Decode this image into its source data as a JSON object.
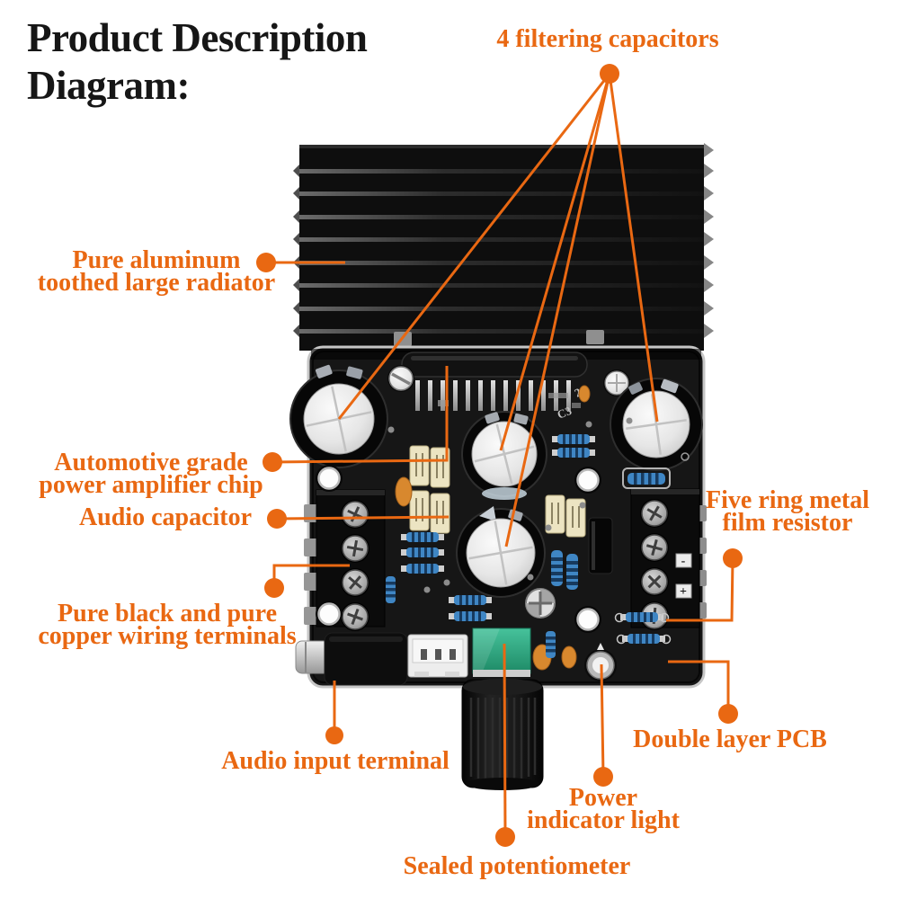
{
  "accent_color": "#e96812",
  "title": {
    "line1": "Product Description",
    "line2": "Diagram:"
  },
  "callouts": {
    "filtering_capacitors": {
      "label": "4 filtering capacitors"
    },
    "radiator": {
      "line1": "Pure aluminum",
      "line2": "toothed large radiator"
    },
    "amplifier_chip": {
      "line1": "Automotive grade",
      "line2": "power amplifier chip"
    },
    "audio_capacitor": {
      "label": "Audio capacitor"
    },
    "wiring_terminals": {
      "line1": "Pure black and pure",
      "line2": "copper wiring terminals"
    },
    "film_resistor": {
      "line1": "Five ring metal",
      "line2": "film resistor"
    },
    "double_layer_pcb": {
      "label": "Double layer PCB"
    },
    "power_indicator": {
      "line1": "Power",
      "line2": "indicator light"
    },
    "audio_input": {
      "label": "Audio input terminal"
    },
    "sealed_potentiometer": {
      "label": "Sealed potentiometer"
    }
  },
  "board": {
    "terminal_minus": "-",
    "terminal_plus": "+",
    "cap_marking_a": "2",
    "cap_marking_b": "C3"
  }
}
